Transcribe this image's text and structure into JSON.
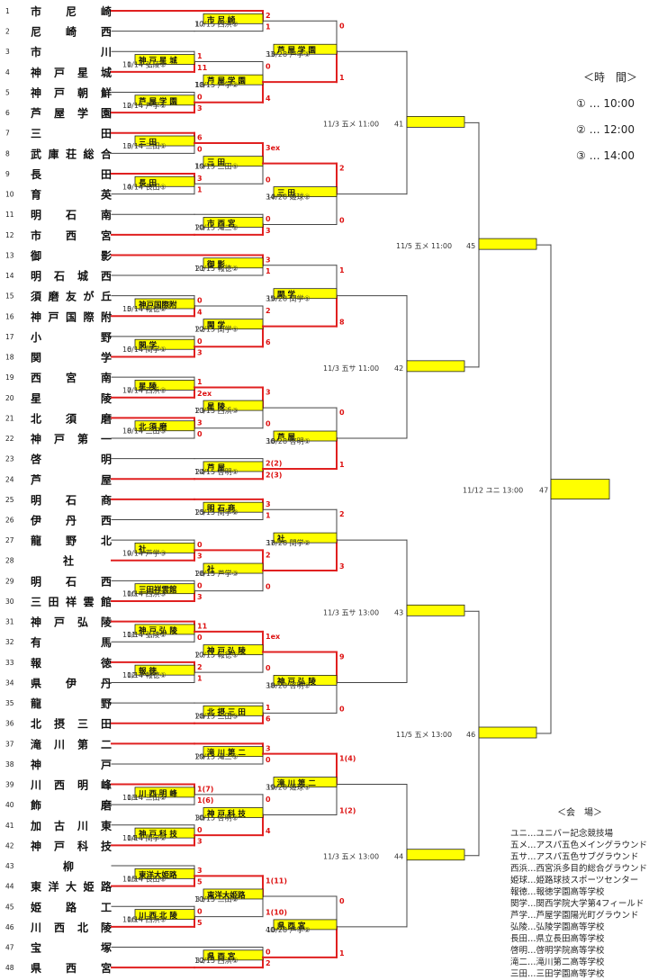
{
  "teams": [
    "市尼崎",
    "尼崎西",
    "市川",
    "神戸星城",
    "神戸朝鮮",
    "芦屋学園",
    "三田",
    "武庫荘総合",
    "長田",
    "育英",
    "明石南",
    "市西宮",
    "御影",
    "明石城西",
    "須磨友が丘",
    "神戸国際附",
    "小野",
    "関学",
    "西宮南",
    "星陵",
    "北須磨",
    "神戸第一",
    "啓明",
    "芦屋",
    "明石商",
    "伊丹西",
    "龍野北",
    "社",
    "明石西",
    "三田祥雲館",
    "神戸弘陵",
    "有馬",
    "報徳",
    "県伊丹",
    "龍野",
    "北摂三田",
    "滝川第二",
    "神戸",
    "川西明峰",
    "飾磨",
    "加古川東",
    "神戸科技",
    "柳",
    "東洋大姫路",
    "姫路工",
    "川西北陵",
    "宝塚",
    "県西宮"
  ],
  "r1": [
    {
      "no": "1",
      "info": "10/14 弘陵②",
      "slot": 2,
      "winner": "神戸星城",
      "ts": "1",
      "bs": "11"
    },
    {
      "no": "2",
      "info": "10/14 芦学②",
      "slot": 4,
      "winner": "芦屋学園",
      "ts": "0",
      "bs": "3"
    },
    {
      "no": "3",
      "info": "10/14 三田①",
      "slot": 6,
      "winner": "三田",
      "ts": "6",
      "bs": "0"
    },
    {
      "no": "4",
      "info": "10/14 長田①",
      "slot": 8,
      "winner": "長田",
      "ts": "3",
      "bs": "1"
    },
    {
      "no": "5",
      "info": "10/14 報徳②",
      "slot": 14,
      "winner": "神戸国際附",
      "ts": "0",
      "bs": "4"
    },
    {
      "no": "6",
      "info": "10/14 関学①",
      "slot": 16,
      "winner": "関学",
      "ts": "0",
      "bs": "3"
    },
    {
      "no": "7",
      "info": "10/14 西浜②",
      "slot": 18,
      "winner": "星陵",
      "ts": "1",
      "bs": "2ex"
    },
    {
      "no": "8",
      "info": "10/14 三田③",
      "slot": 20,
      "winner": "北須磨",
      "ts": "3",
      "bs": "0"
    },
    {
      "no": "9",
      "info": "10/14 芦学③",
      "slot": 26,
      "winner": "社",
      "ts": "0",
      "bs": "3"
    },
    {
      "no": "10",
      "info": "10/14 西浜③",
      "slot": 28,
      "winner": "三田祥雲館",
      "ts": "0",
      "bs": "3"
    },
    {
      "no": "11",
      "info": "10/14 弘陵①",
      "slot": 30,
      "winner": "神戸弘陵",
      "ts": "11",
      "bs": "0"
    },
    {
      "no": "12",
      "info": "10/14 報徳①",
      "slot": 32,
      "winner": "報徳",
      "ts": "2",
      "bs": "1"
    },
    {
      "no": "13",
      "info": "10/14 三田②",
      "slot": 38,
      "winner": "川西明峰",
      "ts": "1(7)",
      "bs": "1(6)"
    },
    {
      "no": "14",
      "info": "10/14 関学②",
      "slot": 40,
      "winner": "神戸科技",
      "ts": "0",
      "bs": "3"
    },
    {
      "no": "15",
      "info": "10/14 長田②",
      "slot": 42,
      "winner": "東洋大姫路",
      "ts": "3",
      "bs": "5"
    },
    {
      "no": "16",
      "info": "10/14 西浜①",
      "slot": 44,
      "winner": "川西北陵",
      "ts": "0",
      "bs": "5"
    }
  ],
  "r2": [
    {
      "no": "17",
      "info": "10/15 西浜②",
      "winner": "市尼崎",
      "ts": "2",
      "bs": "1"
    },
    {
      "no": "18",
      "info": "10/15 芦学②",
      "winner": "芦屋学園",
      "ts": "0",
      "bs": "4"
    },
    {
      "no": "19",
      "info": "10/15 三田①",
      "winner": "三田",
      "ts": "3ex",
      "bs": "0"
    },
    {
      "no": "20",
      "info": "10/15 滝二②",
      "winner": "市西宮",
      "ts": "0",
      "bs": "3"
    },
    {
      "no": "21",
      "info": "10/15 報徳②",
      "winner": "御影",
      "ts": "3",
      "bs": "1"
    },
    {
      "no": "22",
      "info": "10/15 関学①",
      "winner": "関学",
      "ts": "2",
      "bs": "6"
    },
    {
      "no": "23",
      "info": "10/15 西浜③",
      "winner": "星陵",
      "ts": "3",
      "bs": "0"
    },
    {
      "no": "24",
      "info": "10/15 啓明①",
      "winner": "芦屋",
      "ts": "2(2)",
      "bs": "2(3)"
    },
    {
      "no": "25",
      "info": "10/15 関学②",
      "winner": "明石商",
      "ts": "3",
      "bs": "1"
    },
    {
      "no": "26",
      "info": "10/15 芦学③",
      "winner": "社",
      "ts": "2",
      "bs": "0"
    },
    {
      "no": "27",
      "info": "10/15 報徳①",
      "winner": "神戸弘陵",
      "ts": "1ex",
      "bs": "0"
    },
    {
      "no": "28",
      "info": "10/15 三田③",
      "winner": "北摂三田",
      "ts": "1",
      "bs": "6"
    },
    {
      "no": "29",
      "info": "10/15 滝二①",
      "winner": "滝川第二",
      "ts": "3",
      "bs": "0"
    },
    {
      "no": "30",
      "info": "10/15 啓明②",
      "winner": "神戸科技",
      "ts": "0",
      "bs": "4"
    },
    {
      "no": "31",
      "info": "10/15 三田②",
      "winner": "東洋大姫路",
      "ts": "1(11)",
      "bs": "1(10)"
    },
    {
      "no": "32",
      "info": "10/15 西浜①",
      "winner": "県西宮",
      "ts": "0",
      "bs": "2"
    }
  ],
  "r3": [
    {
      "no": "33",
      "info": "10/28 芦学①",
      "winner": "芦屋学園",
      "ts": "0",
      "bs": "1"
    },
    {
      "no": "34",
      "info": "10/28 姫球②",
      "winner": "三田",
      "ts": "2",
      "bs": "0"
    },
    {
      "no": "35",
      "info": "10/28 関学①",
      "winner": "関学",
      "ts": "1",
      "bs": "8"
    },
    {
      "no": "36",
      "info": "10/28 啓明①",
      "winner": "芦屋",
      "ts": "0",
      "bs": "1"
    },
    {
      "no": "37",
      "info": "10/28 関学②",
      "winner": "社",
      "ts": "2",
      "bs": "3"
    },
    {
      "no": "38",
      "info": "10/28 啓明②",
      "winner": "神戸弘陵",
      "ts": "9",
      "bs": "0"
    },
    {
      "no": "39",
      "info": "10/28 姫球①",
      "winner": "滝川第二",
      "ts": "1(4)",
      "bs": "1(2)"
    },
    {
      "no": "40",
      "info": "10/28 芦学②",
      "winner": "県西宮",
      "ts": "0",
      "bs": "1"
    }
  ],
  "r4": [
    {
      "no": "41",
      "info": "11/3 五メ 11:00"
    },
    {
      "no": "42",
      "info": "11/3 五サ 11:00"
    },
    {
      "no": "43",
      "info": "11/3 五サ 13:00"
    },
    {
      "no": "44",
      "info": "11/3 五メ 13:00"
    }
  ],
  "r5": [
    {
      "no": "45",
      "info": "11/5 五メ 11:00"
    },
    {
      "no": "46",
      "info": "11/5 五メ 13:00"
    }
  ],
  "final": {
    "no": "47",
    "info": "11/12 ユニ 13:00"
  },
  "legend_time": {
    "title": "＜時　間＞",
    "items": [
      "① … 10:00",
      "② … 12:00",
      "③ … 14:00"
    ]
  },
  "legend_venue": {
    "title": "＜会　場＞",
    "items": [
      "ユニ…ユニバー記念競技場",
      "五メ…アスパ五色メイングラウンド",
      "五サ…アスパ五色サブグラウンド",
      "西浜…西宮浜多目的総合グラウンド",
      "姫球…姫路球技スポーツセンター",
      "報徳…報徳学園高等学校",
      "関学…関西学院大学第4フィールド",
      "芦学…芦屋学園陽光町グラウンド",
      "弘陵…弘陵学園高等学校",
      "長田…県立長田高等学校",
      "啓明…啓明学院高等学校",
      "滝二…滝川第二高等学校",
      "三田…三田学園高等学校"
    ]
  },
  "colors": {
    "win": "#e02020",
    "line": "#444444",
    "box": "#ffff00",
    "score": "#dd1111"
  }
}
